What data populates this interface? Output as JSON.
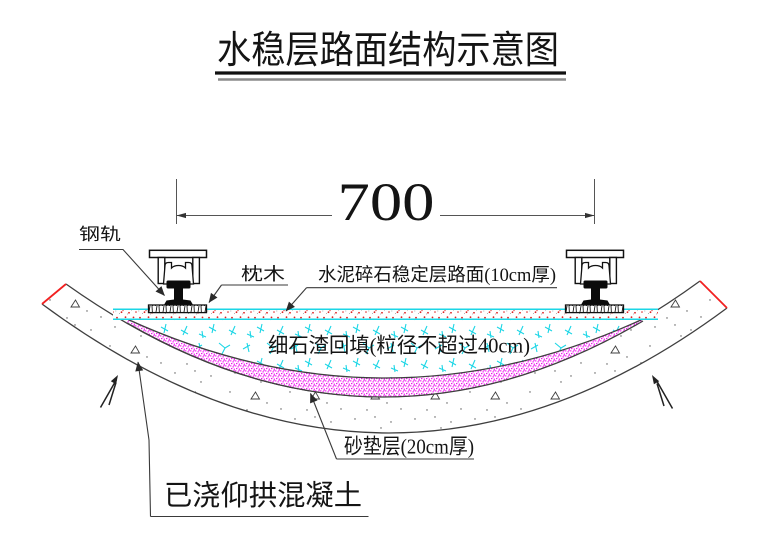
{
  "diagram": {
    "title": "水稳层路面结构示意图",
    "dimension": {
      "value": "700"
    },
    "labels": {
      "rail": "钢轨",
      "sleeper": "枕木",
      "surface": "水泥碎石稳定层路面(10cm厚)",
      "backfill": "细石渣回填(粒径不超过40cm)",
      "sand_cushion": "砂垫层(20cm厚)",
      "invert_concrete": "已浇仰拱混凝土"
    },
    "colors": {
      "cyan": "#1bd6e6",
      "magenta": "#ee00ee",
      "speckle_red": "#dd2222",
      "cap_red": "#f22020",
      "line_dark": "#3f3f3f"
    }
  }
}
